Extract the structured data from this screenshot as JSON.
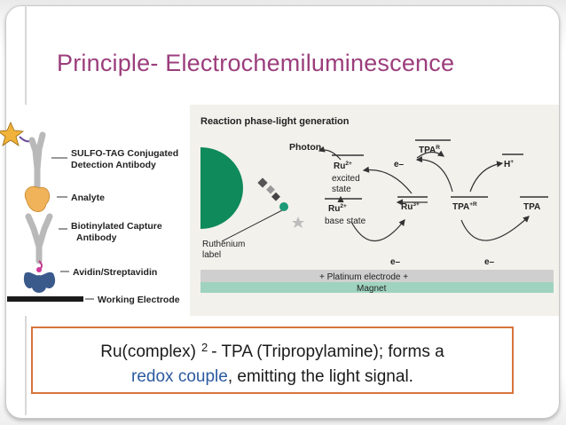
{
  "title": "Principle- Electrochemiluminescence",
  "left_panel": {
    "labels": [
      "SULFO-TAG Conjugated",
      "Detection Antibody",
      "Analyte",
      "Biotinylated Capture",
      "Antibody",
      "Avidin/Streptavidin",
      "Working Electrode"
    ]
  },
  "right_panel": {
    "heading": "Reaction phase-light generation",
    "photon": "Photon",
    "ru_excited_1": "Ru",
    "ru_excited_sup": "2+",
    "excited_state_1": "excited",
    "excited_state_2": "state",
    "ru_base": "Ru",
    "ru_base_sup": "2+",
    "base_state": "base state",
    "ru3": "Ru",
    "ru3_sup": "3+",
    "tpa_radical": "TPA",
    "tpa_radical_sup": "R",
    "tpa_cation": "TPA",
    "tpa_cation_sup": "+R",
    "tpa": "TPA",
    "h_plus": "H",
    "h_plus_sup": "+",
    "electron_1": "e–",
    "electron_2": "e–",
    "electron_3": "e–",
    "ruthenium_1": "Ruthenium",
    "ruthenium_2": "label",
    "electrode": "+ Platinum electrode +",
    "magnet": "Magnet"
  },
  "caption": {
    "line1_a": "Ru(complex)",
    "line1_sup": "2",
    "line1_b": "- TPA (Tripropylamine); forms a",
    "line2_highlight": "redox couple",
    "line2_rest": ", emitting the light signal."
  },
  "colors": {
    "title": "#9b3e7c",
    "caption_border": "#d8743c",
    "highlight": "#2c5aa0",
    "dome": "#0f8a5a",
    "magnet": "#9fd3c0"
  }
}
